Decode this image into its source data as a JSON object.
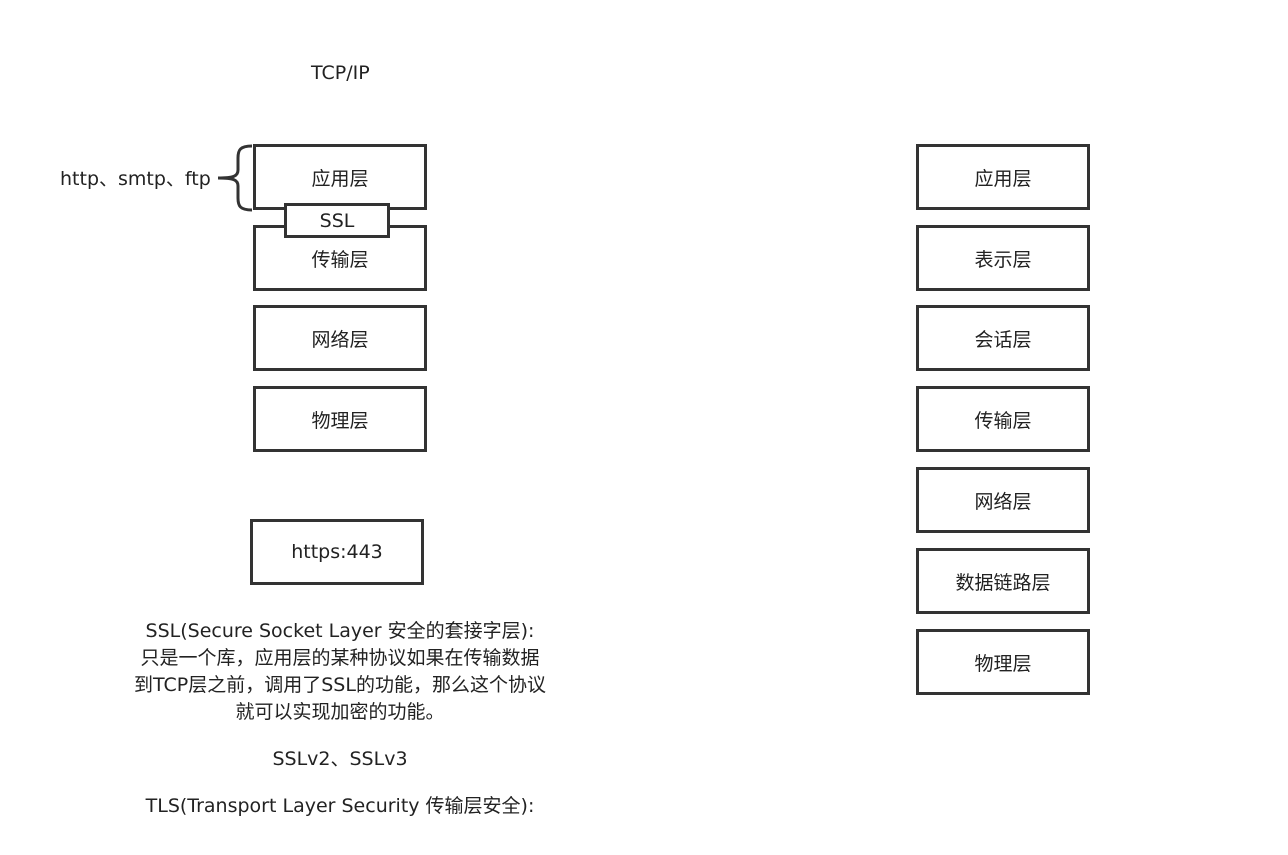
{
  "title": "TCP/IP",
  "left_stack": [
    {
      "label": "应用层"
    },
    {
      "label": "传输层"
    },
    {
      "label": "网络层"
    },
    {
      "label": "物理层"
    }
  ],
  "ssl_label": "SSL",
  "protocols_label": "http、smtp、ftp",
  "https_label": "https:443",
  "right_stack": [
    {
      "label": "应用层"
    },
    {
      "label": "表示层"
    },
    {
      "label": "会话层"
    },
    {
      "label": "传输层"
    },
    {
      "label": "网络层"
    },
    {
      "label": "数据链路层"
    },
    {
      "label": "物理层"
    }
  ],
  "notes": {
    "ssl_definition_lines": [
      "SSL(Secure Socket Layer 安全的套接字层):",
      "只是一个库，应用层的某种协议如果在传输数据",
      "到TCP层之前，调用了SSL的功能，那么这个协议",
      "就可以实现加密的功能。"
    ],
    "ssl_versions": "SSLv2、SSLv3",
    "tls_definition": "TLS(Transport Layer Security 传输层安全):"
  }
}
